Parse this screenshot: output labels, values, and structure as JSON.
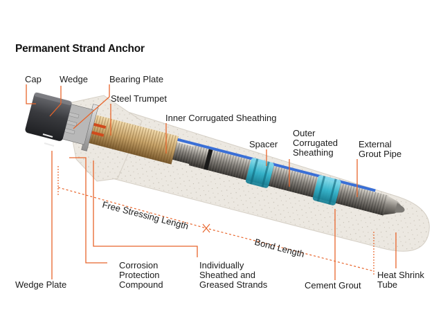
{
  "title": "Permanent Strand Anchor",
  "labels": {
    "cap": "Cap",
    "wedge": "Wedge",
    "bearing_plate": "Bearing Plate",
    "steel_trumpet": "Steel Trumpet",
    "inner_corrugated_sheathing": "Inner Corrugated Sheathing",
    "spacer": "Spacer",
    "outer_corrugated_sheathing": "Outer\nCorrugated\nSheathing",
    "external_grout_pipe": "External\nGrout Pipe",
    "free_stressing_length": "Free Stressing Length",
    "bond_length": "Bond Length",
    "wedge_plate": "Wedge Plate",
    "corrosion_protection_compound": "Corrosion\nProtection\nCompound",
    "individually_sheathed_strands": "Individually\nSheathed and\nGreased Strands",
    "cement_grout": "Cement Grout",
    "heat_shrink_tube": "Heat Shrink\nTube"
  },
  "colors": {
    "leader": "#e8642a",
    "grout": "#ece8e1",
    "cap": "#3a3b3f",
    "steel_trumpet": "#c8a46a",
    "corrugated_sheathing": "#8a8a8a",
    "spacer": "#30b7d0",
    "grout_pipe": "#3a6fd6",
    "strand": "#d04a1c"
  }
}
